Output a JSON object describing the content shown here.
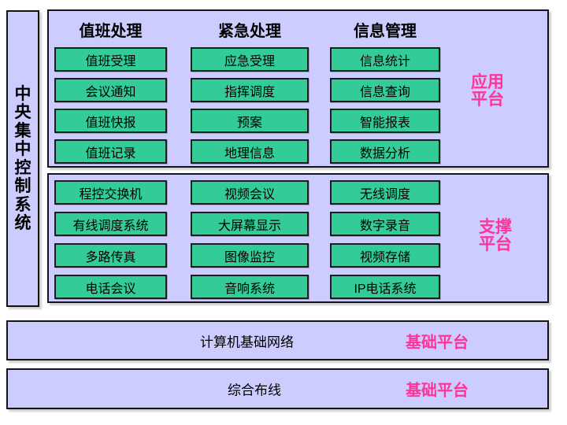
{
  "sidebar": {
    "title": "中央集中控制系统"
  },
  "panels": [
    {
      "name": "application-platform",
      "label_line1": "应用",
      "label_line2": "平台",
      "columns": [
        {
          "header": "值班处理",
          "buttons": [
            "值班受理",
            "会议通知",
            "值班快报",
            "值班记录"
          ]
        },
        {
          "header": "紧急处理",
          "buttons": [
            "应急受理",
            "指挥调度",
            "预案",
            "地理信息"
          ]
        },
        {
          "header": "信息管理",
          "buttons": [
            "信息统计",
            "信息查询",
            "智能报表",
            "数据分析"
          ]
        }
      ]
    },
    {
      "name": "support-platform",
      "label_line1": "支撑",
      "label_line2": "平台",
      "columns": [
        {
          "buttons": [
            "程控交换机",
            "有线调度系统",
            "多路传真",
            "电话会议"
          ]
        },
        {
          "buttons": [
            "视频会议",
            "大屏幕显示",
            "图像监控",
            "音响系统"
          ]
        },
        {
          "buttons": [
            "无线调度",
            "数字录音",
            "视频存储",
            "IP电话系统"
          ]
        }
      ]
    }
  ],
  "bars": [
    {
      "title": "计算机基础网络",
      "label": "基础平台"
    },
    {
      "title": "综合布线",
      "label": "基础平台"
    }
  ],
  "colors": {
    "panel_bg": "#ccccff",
    "block_bg": "#33cc99",
    "accent_pink": "#ff3399",
    "border": "#141414",
    "text": "#000000",
    "page_bg": "#ffffff"
  }
}
